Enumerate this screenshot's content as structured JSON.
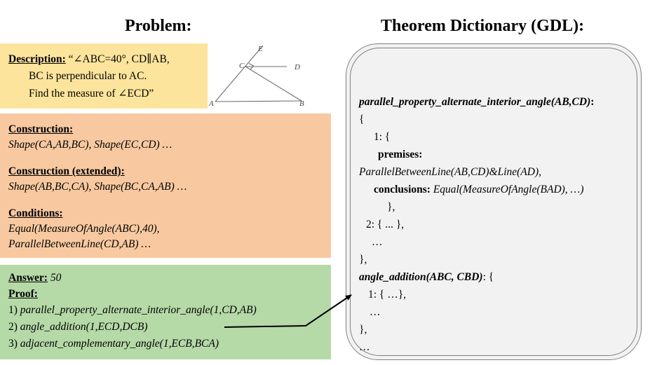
{
  "problem": {
    "heading": "Problem:",
    "description": {
      "label": "Description:",
      "line1": " “∠ABC=40°, CD∥AB,",
      "line2": "BC is perpendicular to AC.",
      "line3": "Find the measure of ∠ECD”"
    },
    "figure": {
      "points": [
        "E",
        "C",
        "D",
        "A",
        "B"
      ]
    },
    "construction": {
      "label": "Construction:",
      "value": "Shape(CA,AB,BC), Shape(EC,CD) …"
    },
    "construction_extended": {
      "label": "Construction (extended):",
      "value": "Shape(AB,BC,CA), Shape(BC,CA,AB) …"
    },
    "conditions": {
      "label": "Conditions:",
      "line1": "Equal(MeasureOfAngle(ABC),40),",
      "line2": "ParallelBetweenLine(CD,AB) …"
    },
    "answer": {
      "label": "Answer:",
      "value": " 50"
    },
    "proof": {
      "label": "Proof:",
      "steps": [
        {
          "num": "1) ",
          "text": "parallel_property_alternate_interior_angle(1,CD,AB)"
        },
        {
          "num": "2) ",
          "text": "angle_addition(1,ECD,DCB)"
        },
        {
          "num": "3) ",
          "text": "adjacent_complementary_angle(1,ECB,BCA)"
        }
      ]
    }
  },
  "gdl": {
    "heading": "Theorem Dictionary (GDL):",
    "theorem1_name": "parallel_property_alternate_interior_angle(AB,CD)",
    "theorem1_colon": ":",
    "open_brace": "{",
    "item1_open": "1: {",
    "premises_label": "premises:",
    "premises_value": "ParallelBetweenLine(AB,CD)&Line(AD),",
    "conclusions_label": "conclusions:",
    "conclusions_value": " Equal(MeasureOfAngle(BAD), …)",
    "item1_close": "},",
    "item2": "2: { ... },",
    "ellipsis1": "…",
    "close1": "},",
    "theorem2_name": "angle_addition(ABC, CBD)",
    "theorem2_tail": ": {",
    "t2_item1": "1: { …},",
    "ellipsis2": "…",
    "close2": "},",
    "ellipsis3": "…"
  },
  "colors": {
    "description_bg": "#fde49c",
    "construction_bg": "#f8c9a0",
    "answer_bg": "#b5d9a7",
    "gdl_bg": "#f2f2f2",
    "gdl_border": "#7f7f7f"
  }
}
